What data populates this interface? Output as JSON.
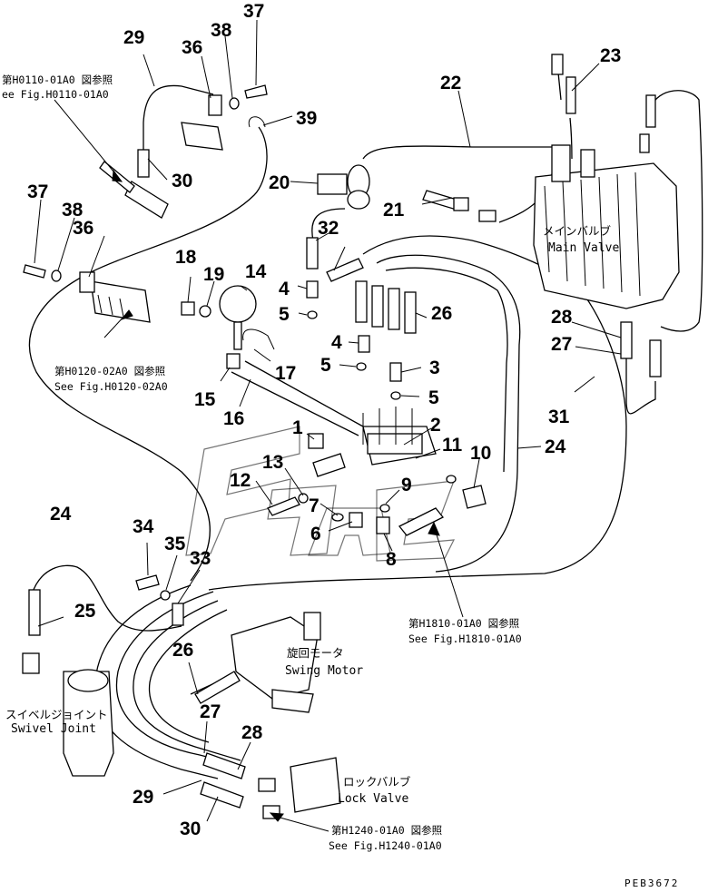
{
  "diagram": {
    "drawing_code": "PEB3672",
    "part_numbers": [
      "1",
      "2",
      "3",
      "4",
      "4",
      "5",
      "5",
      "5",
      "6",
      "7",
      "8",
      "9",
      "10",
      "11",
      "12",
      "13",
      "14",
      "15",
      "16",
      "17",
      "18",
      "19",
      "20",
      "21",
      "22",
      "23",
      "24",
      "24",
      "25",
      "26",
      "26",
      "27",
      "27",
      "28",
      "28",
      "29",
      "29",
      "30",
      "30",
      "31",
      "32",
      "33",
      "34",
      "35",
      "36",
      "36",
      "37",
      "37",
      "38",
      "38",
      "39"
    ],
    "labels": {
      "main_valve_jp": "メインバルブ",
      "main_valve_en": "Main Valve",
      "swing_motor_jp": "旋回モータ",
      "swing_motor_en": "Swing Motor",
      "swivel_joint_jp": "スイベルジョイント",
      "swivel_joint_en": "Swivel Joint",
      "lock_valve_jp": "ロックバルブ",
      "lock_valve_en": "Lock Valve"
    },
    "references": {
      "h0110_jp": "第H0110-01A0 図参照",
      "h0110_en": "ee Fig.H0110-01A0",
      "h0120_jp": "第H0120-02A0 図参照",
      "h0120_en": "See Fig.H0120-02A0",
      "h1810_jp": "第H1810-01A0 図参照",
      "h1810_en": "See Fig.H1810-01A0",
      "h1240_jp": "第H1240-01A0 図参照",
      "h1240_en": "See Fig.H1240-01A0"
    }
  }
}
